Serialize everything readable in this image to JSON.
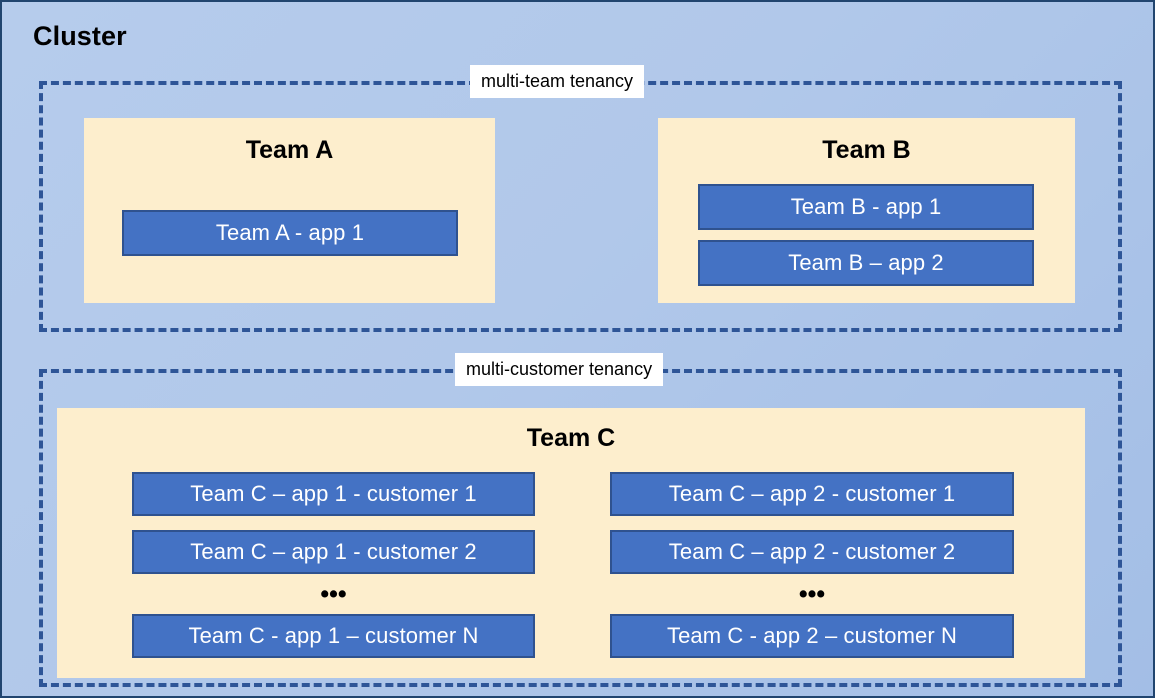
{
  "diagram": {
    "title": "Cluster",
    "background_color": "#b1c8ea",
    "group_border_color": "#2e5597",
    "team_box_color": "#fdeecd",
    "app_box_color": "#4472c4",
    "app_box_border_color": "#2f528f",
    "app_text_color": "#ffffff",
    "label_background_color": "#ffffff"
  },
  "groups": [
    {
      "id": "multi-team",
      "label": "multi-team tenancy",
      "teams": [
        {
          "id": "team-a",
          "title": "Team A",
          "apps": [
            {
              "label": "Team A - app 1"
            }
          ]
        },
        {
          "id": "team-b",
          "title": "Team B",
          "apps": [
            {
              "label": "Team B - app 1"
            },
            {
              "label": "Team B – app 2"
            }
          ]
        }
      ]
    },
    {
      "id": "multi-customer",
      "label": "multi-customer tenancy",
      "teams": [
        {
          "id": "team-c",
          "title": "Team C",
          "columns": [
            {
              "id": "team-c-app-1",
              "apps": [
                {
                  "label": "Team C – app 1 - customer 1"
                },
                {
                  "label": "Team C – app 1 - customer 2"
                },
                {
                  "label": "Team C - app 1 – customer N"
                }
              ],
              "ellipsis": "•••"
            },
            {
              "id": "team-c-app-2",
              "apps": [
                {
                  "label": "Team C – app 2 - customer 1"
                },
                {
                  "label": "Team C – app 2 - customer 2"
                },
                {
                  "label": "Team C - app 2 – customer N"
                }
              ],
              "ellipsis": "•••"
            }
          ]
        }
      ]
    }
  ]
}
